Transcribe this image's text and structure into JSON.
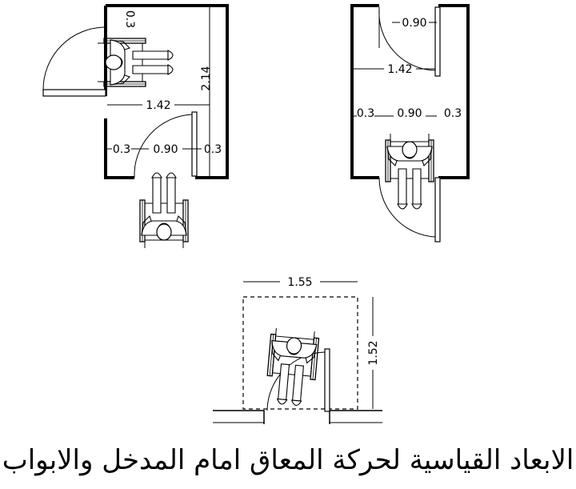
{
  "colors": {
    "ink": "#000000",
    "paper": "#ffffff"
  },
  "caption": "الابعاد القياسية لحركة المعاق امام المدخل والابواب",
  "plan_left": {
    "dim_top": "0.3",
    "dim_height": "2.14",
    "dim_width": "1.42",
    "dim_side_left": "0.3",
    "dim_door": "0.90",
    "dim_side_right": "0.3"
  },
  "plan_right": {
    "dim_door_top": "0.90",
    "dim_width": "1.42",
    "dim_side_left": "0.3",
    "dim_door": "0.90",
    "dim_side_right": "0.3"
  },
  "plan_bottom": {
    "dim_width": "1.55",
    "dim_depth": "1.52"
  }
}
